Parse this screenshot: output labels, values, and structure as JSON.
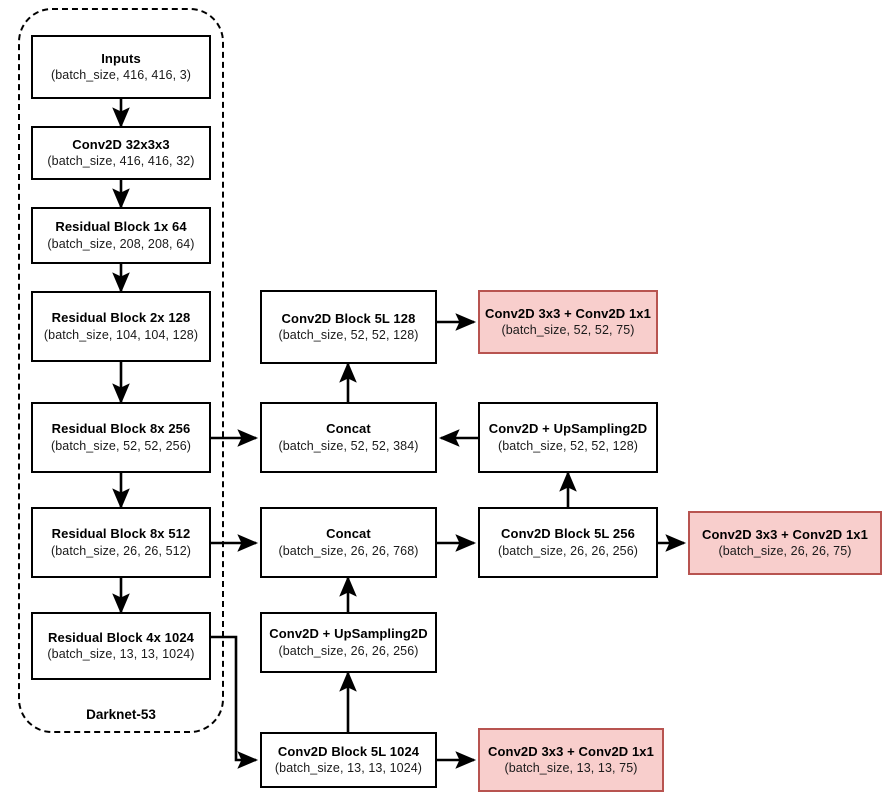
{
  "diagram": {
    "title": "YOLOv3 network architecture block diagram",
    "background_color": "#ffffff",
    "output_box_fill": "#f8cecc",
    "output_box_border": "#b85450",
    "node_border": "#000000",
    "node_fill": "#ffffff"
  },
  "group": {
    "label": "Darknet-53",
    "style": "dashed-rounded"
  },
  "backbone": [
    {
      "name": "inputs",
      "title": "Inputs",
      "shape": "(batch_size, 416, 416, 3)"
    },
    {
      "name": "conv2d-32",
      "title": "Conv2D 32x3x3",
      "shape": "(batch_size, 416, 416, 32)"
    },
    {
      "name": "residual-1x-64",
      "title": "Residual Block 1x  64",
      "shape": "(batch_size, 208, 208, 64)"
    },
    {
      "name": "residual-2x-128",
      "title": "Residual Block 2x  128",
      "shape": "(batch_size, 104, 104, 128)"
    },
    {
      "name": "residual-8x-256",
      "title": "Residual Block 8x  256",
      "shape": "(batch_size, 52, 52, 256)"
    },
    {
      "name": "residual-8x-512",
      "title": "Residual Block 8x  512",
      "shape": "(batch_size, 26, 26, 512)"
    },
    {
      "name": "residual-4x-1024",
      "title": "Residual Block 4x  1024",
      "shape": "(batch_size, 13, 13, 1024)"
    }
  ],
  "neck": [
    {
      "name": "conv-block-5l-128",
      "title": "Conv2D Block 5L  128",
      "shape": "(batch_size, 52, 52, 128)"
    },
    {
      "name": "concat-52",
      "title": "Concat",
      "shape": "(batch_size, 52, 52, 384)"
    },
    {
      "name": "concat-26",
      "title": "Concat",
      "shape": "(batch_size, 26, 26, 768)"
    },
    {
      "name": "upsample-26",
      "title": "Conv2D + UpSampling2D",
      "shape": "(batch_size, 26, 26, 256)"
    },
    {
      "name": "conv-block-5l-1024",
      "title": "Conv2D Block 5L  1024",
      "shape": "(batch_size, 13, 13, 1024)"
    },
    {
      "name": "upsample-52",
      "title": "Conv2D + UpSampling2D",
      "shape": "(batch_size, 52, 52, 128)"
    },
    {
      "name": "conv-block-5l-256",
      "title": "Conv2D Block 5L  256",
      "shape": "(batch_size, 26, 26, 256)"
    }
  ],
  "heads": [
    {
      "name": "head-52",
      "title": "Conv2D 3x3 + Conv2D 1x1",
      "shape": "(batch_size, 52, 52, 75)"
    },
    {
      "name": "head-26",
      "title": "Conv2D 3x3 + Conv2D 1x1",
      "shape": "(batch_size, 26, 26, 75)"
    },
    {
      "name": "head-13",
      "title": "Conv2D 3x3 + Conv2D 1x1",
      "shape": "(batch_size, 13, 13, 75)"
    }
  ]
}
